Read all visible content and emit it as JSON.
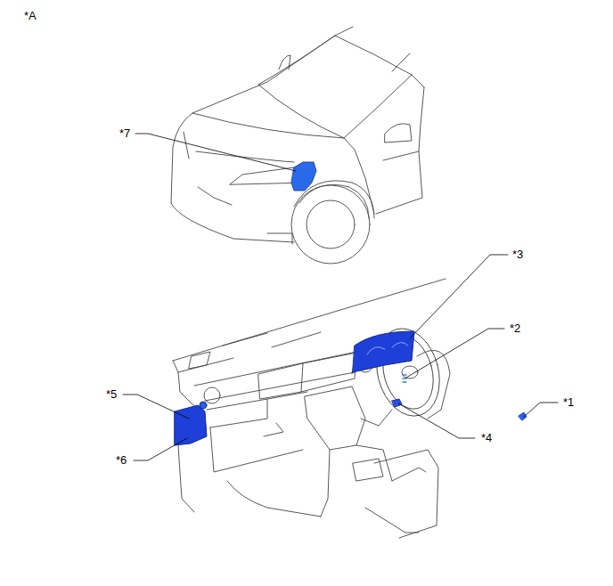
{
  "diagram": {
    "labels": [
      "*A",
      "*7",
      "*3",
      "*2",
      "*1",
      "*5",
      "*4",
      "*6"
    ]
  }
}
